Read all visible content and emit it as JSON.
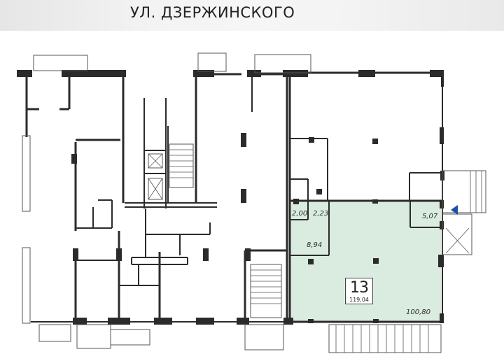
{
  "header": {
    "street_name": "УЛ. ДЗЕРЖИНСКОГО"
  },
  "plan": {
    "highlight_color": "#daece0",
    "wall_color": "#2b2b2b",
    "entrance_marker_color": "#1f4fa8",
    "selected_unit": {
      "number": "13",
      "total_area": "119,04"
    },
    "room_areas": [
      {
        "id": "room-main",
        "value": "100,80"
      },
      {
        "id": "room-storage",
        "value": "8,94"
      },
      {
        "id": "room-wc-1",
        "value": "2,00"
      },
      {
        "id": "room-wc-2",
        "value": "2,23"
      },
      {
        "id": "room-vestibule",
        "value": "5,07"
      }
    ],
    "icons": [
      "entrance-arrow-icon",
      "stairs-icon",
      "elevator-icon"
    ]
  }
}
